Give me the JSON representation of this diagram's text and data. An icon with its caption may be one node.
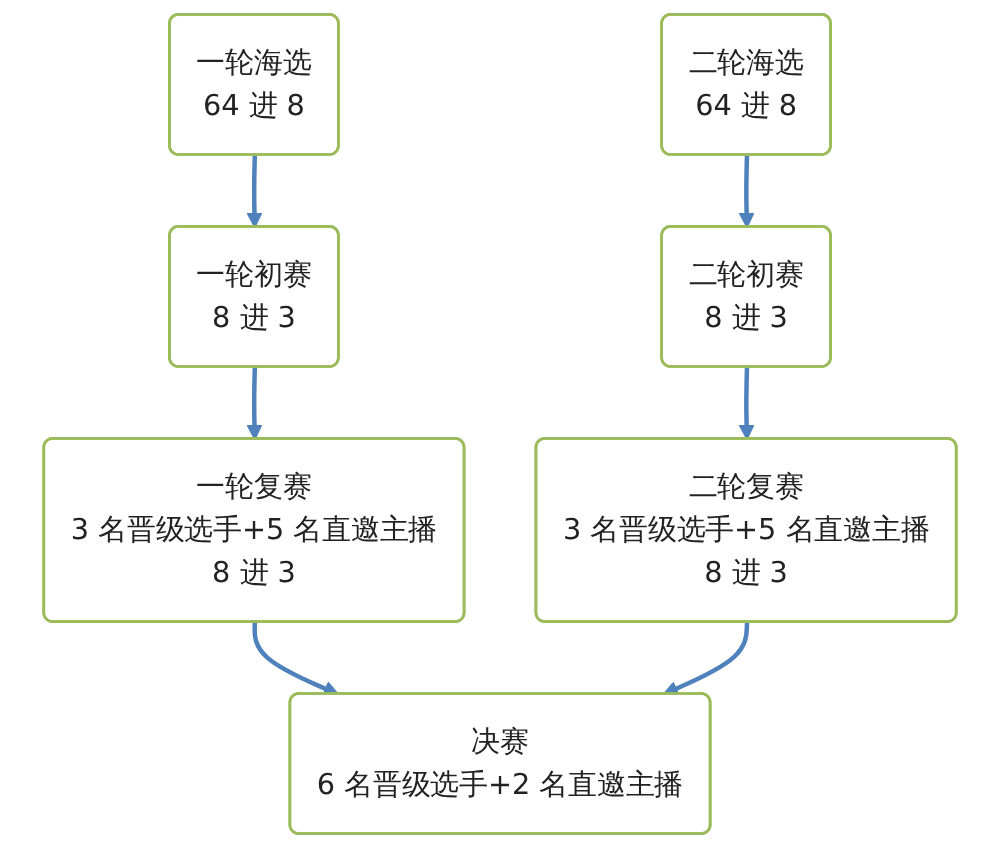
{
  "diagram": {
    "nodes": [
      {
        "text": [
          "一轮海选",
          "64 进 8"
        ]
      },
      {
        "text": [
          "二轮海选",
          "64 进 8"
        ]
      },
      {
        "text": [
          "一轮初赛",
          "8 进 3"
        ]
      },
      {
        "text": [
          "二轮初赛",
          "8 进 3"
        ]
      },
      {
        "text": [
          "一轮复赛",
          "3 名晋级选手+5 名直邀主播",
          "8 进 3"
        ]
      },
      {
        "text": [
          "二轮复赛",
          "3 名晋级选手+5 名直邀主播",
          "8 进 3"
        ]
      },
      {
        "text": [
          "决赛",
          "6 名晋级选手+2 名直邀主播"
        ]
      }
    ],
    "edges": [
      {
        "from": 0,
        "to": 2,
        "arrow": "to"
      },
      {
        "from": 1,
        "to": 3,
        "arrow": "to"
      },
      {
        "from": 2,
        "to": 4,
        "arrow": "to"
      },
      {
        "from": 3,
        "to": 5,
        "arrow": "to"
      },
      {
        "from": 4,
        "to": 6,
        "arrow": "to"
      },
      {
        "from": 5,
        "to": 6,
        "arrow": "to"
      }
    ]
  }
}
